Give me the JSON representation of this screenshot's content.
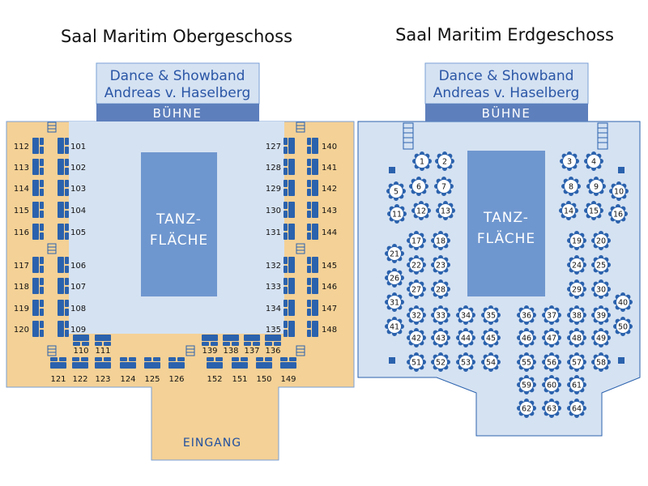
{
  "colors": {
    "stage_bg": "#d5e2f2",
    "buehne_bg": "#5d7fbc",
    "floor": "#6f97cf",
    "hall_bg": "#d5e2f2",
    "gallery_orange": "#f4d196",
    "seat_blue": "#2b62ad",
    "table_blue": "#2b62ad",
    "outline": "#2b62ad"
  },
  "obergeschoss": {
    "title": "Saal Maritim Obergeschoss",
    "stage_line1": "Dance & Showband",
    "stage_line2": "Andreas v. Haselberg",
    "buehne": "BÜHNE",
    "floor_line1": "TANZ-",
    "floor_line2": "FLÄCHE",
    "entrance": "EINGANG",
    "left_outer_labels": [
      "112",
      "113",
      "114",
      "115",
      "116",
      "117",
      "118",
      "119",
      "120"
    ],
    "left_inner_labels": [
      "101",
      "102",
      "103",
      "104",
      "105",
      "106",
      "107",
      "108",
      "109"
    ],
    "right_inner_labels": [
      "127",
      "128",
      "129",
      "130",
      "131",
      "132",
      "133",
      "134",
      "135"
    ],
    "right_outer_labels": [
      "140",
      "141",
      "142",
      "143",
      "144",
      "145",
      "146",
      "147",
      "148"
    ],
    "bottom_inner_labels": [
      "110",
      "111",
      "139",
      "138",
      "137",
      "136"
    ],
    "bottom_outer_labels": [
      "121",
      "122",
      "123",
      "124",
      "125",
      "126",
      "152",
      "151",
      "150",
      "149"
    ]
  },
  "erdgeschoss": {
    "title": "Saal Maritim Erdgeschoss",
    "stage_line1": "Dance & Showband",
    "stage_line2": "Andreas v. Haselberg",
    "buehne": "BÜHNE",
    "floor_line1": "TANZ-",
    "floor_line2": "FLÄCHE",
    "tables": [
      "1",
      "2",
      "3",
      "4",
      "5",
      "6",
      "7",
      "8",
      "9",
      "10",
      "11",
      "12",
      "13",
      "14",
      "15",
      "16",
      "17",
      "18",
      "19",
      "20",
      "21",
      "22",
      "23",
      "24",
      "25",
      "26",
      "27",
      "28",
      "29",
      "30",
      "31",
      "32",
      "33",
      "34",
      "35",
      "36",
      "37",
      "38",
      "39",
      "40",
      "41",
      "42",
      "43",
      "44",
      "45",
      "46",
      "47",
      "48",
      "49",
      "50",
      "51",
      "52",
      "53",
      "54",
      "55",
      "56",
      "57",
      "58",
      "59",
      "60",
      "61",
      "62",
      "63",
      "64"
    ]
  }
}
